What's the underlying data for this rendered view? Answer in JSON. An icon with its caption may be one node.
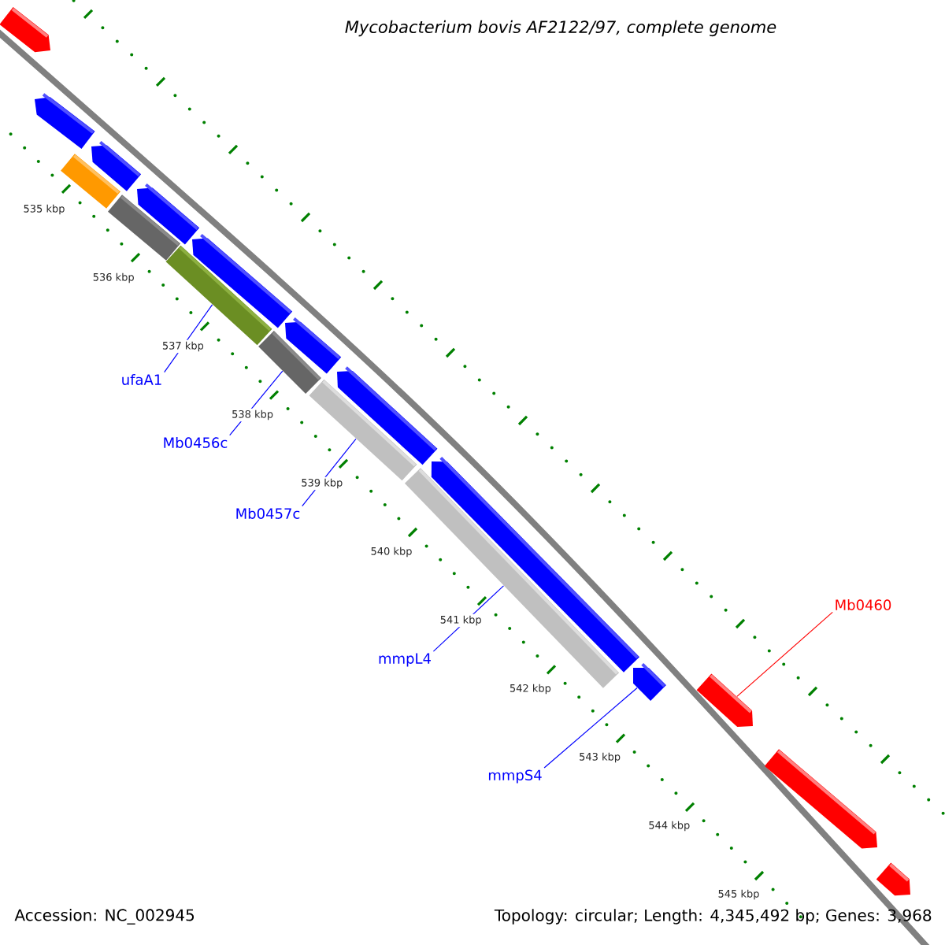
{
  "diagram": {
    "title": "Mycobacterium bovis AF2122/97, complete genome",
    "nodes": [
      {
        "text": [
          "ufaA1"
        ]
      },
      {
        "text": [
          "Mb0456c"
        ]
      },
      {
        "text": [
          "Mb0457c"
        ]
      },
      {
        "text": [
          "mmpL4"
        ]
      },
      {
        "text": [
          "mmpS4"
        ]
      },
      {
        "text": [
          "Mb0460"
        ]
      },
      {
        "text": [],
        "shape": "pentagon"
      },
      {
        "text": [],
        "shape": "pentagon"
      },
      {
        "text": [],
        "shape": "pentagon"
      },
      {
        "text": [],
        "shape": "bar"
      },
      {
        "text": [],
        "shape": "pentagon"
      },
      {
        "text": [],
        "shape": "bar"
      },
      {
        "text": [],
        "shape": "pentagon"
      },
      {
        "text": [],
        "shape": "bar"
      },
      {
        "text": [],
        "shape": "bar"
      },
      {
        "text": [],
        "shape": "pentagon"
      },
      {
        "text": [],
        "shape": "bar"
      },
      {
        "text": [],
        "shape": "pentagon"
      },
      {
        "text": [],
        "shape": "bar"
      },
      {
        "text": [],
        "shape": "pentagon"
      },
      {
        "text": [],
        "shape": "pentagon"
      },
      {
        "text": [],
        "shape": "pentagon"
      },
      {
        "text": [],
        "shape": "pentagon"
      },
      {
        "text": [],
        "shape": "pentagon"
      }
    ],
    "edges": [
      {
        "from": 0,
        "to": 13,
        "arrow": "none"
      },
      {
        "from": 1,
        "to": 14,
        "arrow": "none"
      },
      {
        "from": 2,
        "to": 16,
        "arrow": "none"
      },
      {
        "from": 3,
        "to": 18,
        "arrow": "none"
      },
      {
        "from": 4,
        "to": 20,
        "arrow": "none"
      },
      {
        "from": 5,
        "to": 21,
        "arrow": "none",
        "color": "#ff0000"
      }
    ],
    "labels": [
      "535 kbp",
      "536 kbp",
      "537 kbp",
      "538 kbp",
      "539 kbp",
      "540 kbp",
      "541 kbp",
      "542 kbp",
      "543 kbp",
      "544 kbp",
      "545 kbp",
      "Accession: NC_002945",
      "Topology: circular; Length: 4,345,492 bp; Genes: 3,968"
    ]
  }
}
